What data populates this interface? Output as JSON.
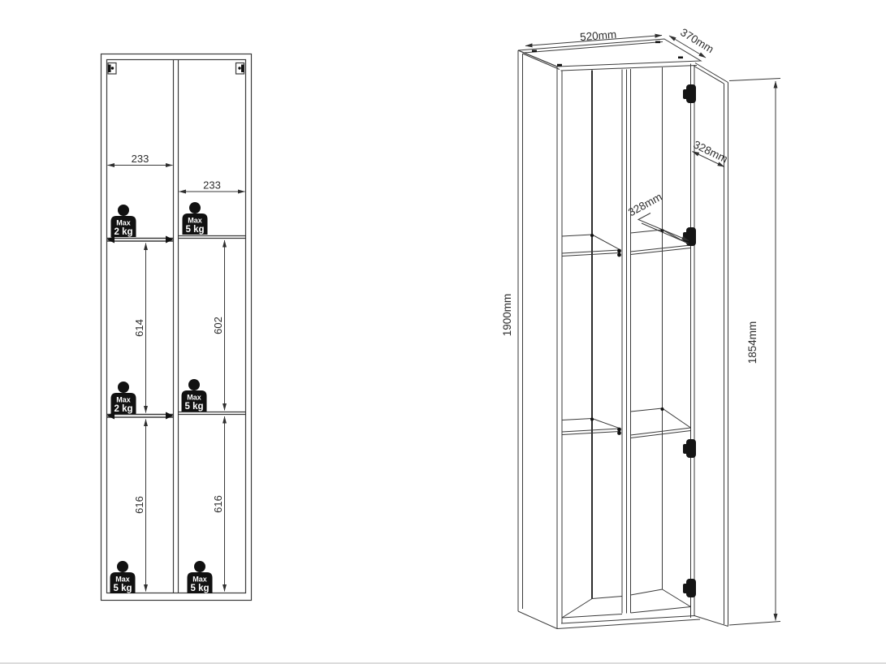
{
  "drawing": {
    "title": "wall-cabinet-technical-drawing",
    "line_color": "#3a3a3a",
    "background": "#ffffff"
  },
  "front_view": {
    "dim_width_left": "233",
    "dim_width_right": "233",
    "dim_mid_left": "614",
    "dim_mid_right": "602",
    "dim_bottom_left": "616",
    "dim_bottom_right": "616",
    "max_label": "Max",
    "loads": {
      "top_left": "2 kg",
      "top_right": "5 kg",
      "mid_left": "2 kg",
      "mid_right": "5 kg",
      "bottom_left": "5 kg",
      "bottom_right": "5 kg"
    }
  },
  "iso_view": {
    "dim_width": "520mm",
    "dim_depth": "370mm",
    "dim_height": "1900mm",
    "dim_door_height": "1854mm",
    "dim_door_width": "328mm",
    "dim_shelf_depth": "328mm"
  }
}
